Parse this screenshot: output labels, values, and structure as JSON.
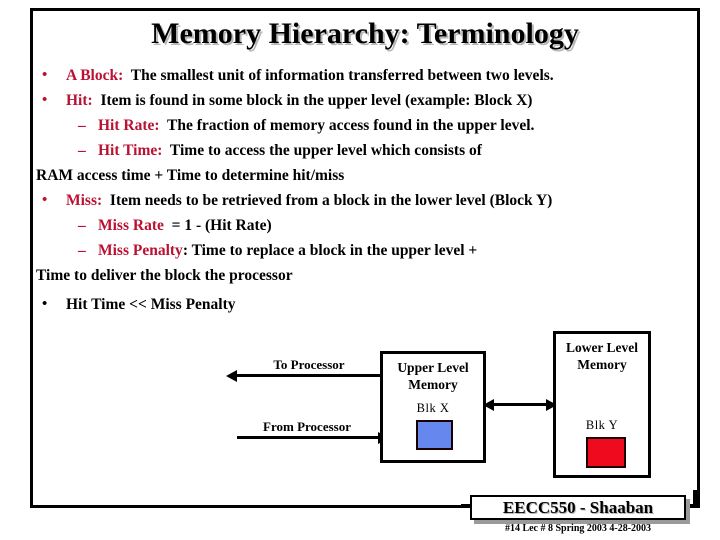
{
  "slide": {
    "title": "Memory Hierarchy: Terminology",
    "accent_color": "#BB1133",
    "text_color": "#000000",
    "background_color": "#FFFFFF"
  },
  "bullets": {
    "b1_term": "A Block:",
    "b1_text": "The smallest unit of information transferred between two levels.",
    "b2_term": "Hit:",
    "b2_text": "Item is found in some block in the upper level (example: Block X)",
    "b2a_term": "Hit Rate:",
    "b2a_text": "The fraction of memory access found in the upper level.",
    "b2b_term": "Hit Time:",
    "b2b_text": "Time to access the upper level which consists of",
    "b2b_cont": "RAM access time  +  Time to determine hit/miss",
    "b3_term": "Miss:",
    "b3_text": "Item needs to be retrieved from a block in the lower level (Block Y)",
    "b3a_term": "Miss Rate",
    "b3a_text": "= 1 - (Hit Rate)",
    "b3b_term": "Miss Penalty",
    "b3b_text": ": Time to replace a block in the upper level  +",
    "b3b_cont": "Time to deliver the block the processor",
    "b4_text": "Hit Time << Miss Penalty",
    "marker_bullet": "•",
    "marker_dash": "–"
  },
  "diagram": {
    "upper_box_label": "Upper Level\nMemory",
    "upper_box_label_line1": "Upper Level",
    "upper_box_label_line2": "Memory",
    "lower_box_label_line1": "Lower Level",
    "lower_box_label_line2": "Memory",
    "blk_x_label": "Blk X",
    "blk_y_label": "Blk Y",
    "blk_x_color": "#6688EE",
    "blk_y_color": "#F00A1E",
    "to_processor_label": "To Processor",
    "from_processor_label": "From Processor"
  },
  "footer": {
    "course": "EECC550 - Shaaban",
    "meta": "#14   Lec # 8    Spring 2003   4-28-2003"
  }
}
